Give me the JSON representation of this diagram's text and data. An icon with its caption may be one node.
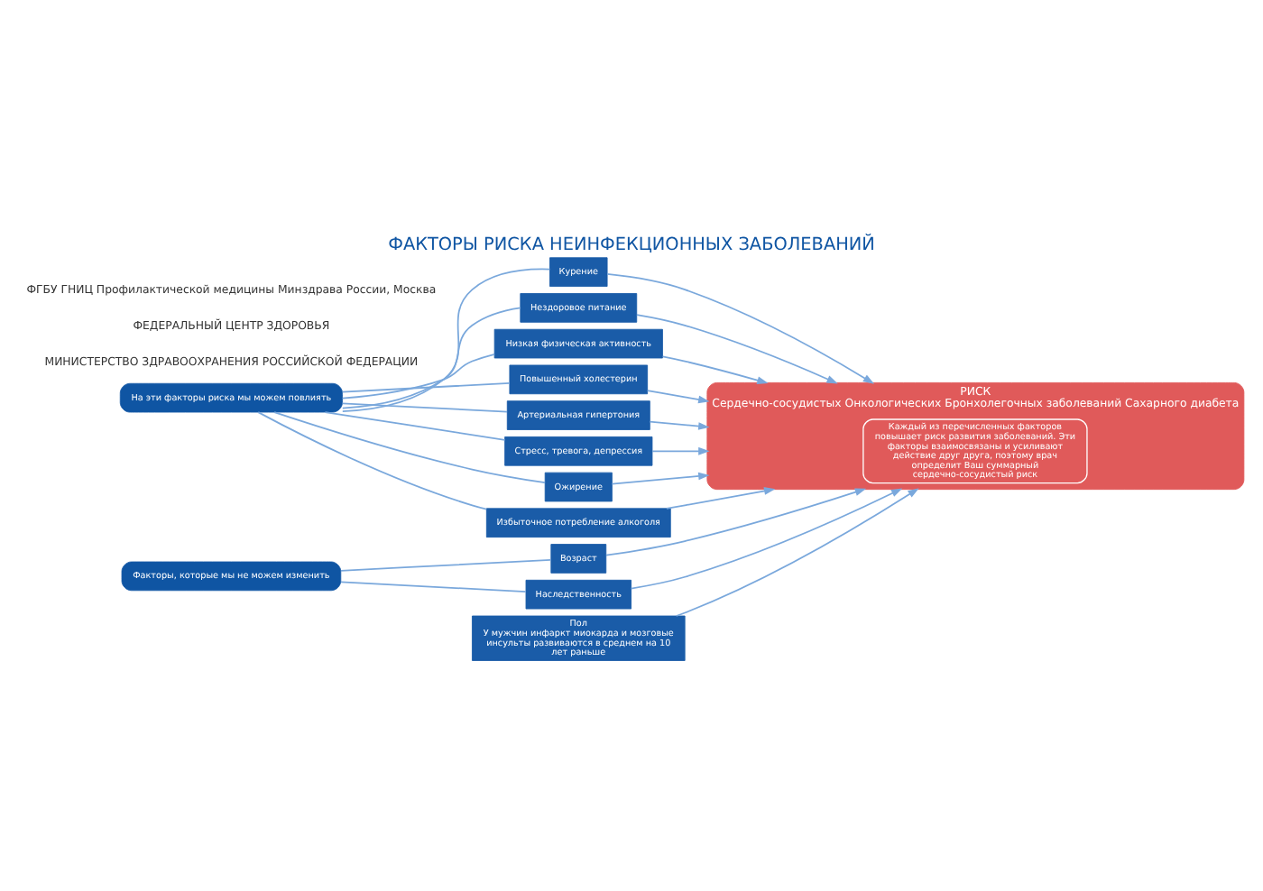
{
  "diagram": {
    "title": "ФАКТОРЫ РИСКА НЕИНФЕКЦИОННЫХ ЗАБОЛЕВАНИЙ",
    "nodes": [
      {
        "text": [
          "На эти факторы риска мы можем повлиять"
        ]
      },
      {
        "text": [
          "Курение"
        ]
      },
      {
        "text": [
          "Нездоровое питание"
        ]
      },
      {
        "text": [
          "Низкая физическая активность"
        ]
      },
      {
        "text": [
          "Повышенный холестерин"
        ]
      },
      {
        "text": [
          "РИСК",
          "Сердечно-сосудистых Онкологических Бронхолегочных заболеваний Сахарного диабета"
        ]
      },
      {
        "text": [
          "Каждый из перечисленных факторов повышает риск развития заболеваний. Эти факторы взаимосвязаны и усиливают действие друг друга, поэтому врач определит Ваш суммарный сердечно-сосудистый риск"
        ],
        "in": 5
      },
      {
        "text": [
          "Артериальная гипертония"
        ]
      },
      {
        "text": [
          "Стресс, тревога, депрессия"
        ]
      },
      {
        "text": [
          "Ожирение"
        ]
      },
      {
        "text": [
          "Избыточное потребление алкоголя"
        ]
      },
      {
        "text": [
          "Возраст"
        ]
      },
      {
        "text": [
          "Пол",
          "У мужчин инфаркт миокарда и мозговые инсульты развиваются в среднем на 10 лет раньше"
        ]
      },
      {
        "text": [
          "Наследственность"
        ]
      },
      {
        "text": [
          "Факторы, которые мы не можем изменить"
        ]
      }
    ],
    "edges": [
      {
        "from": 1,
        "to": 5,
        "arrow": "to"
      },
      {
        "from": 2,
        "to": 5,
        "arrow": "to"
      },
      {
        "from": 3,
        "to": 5,
        "arrow": "to"
      },
      {
        "from": 4,
        "to": 5,
        "arrow": "to"
      },
      {
        "from": 7,
        "to": 5,
        "arrow": "to"
      },
      {
        "from": 8,
        "to": 5,
        "arrow": "to"
      },
      {
        "from": 9,
        "to": 5,
        "arrow": "to"
      },
      {
        "from": 10,
        "to": 5,
        "arrow": "to"
      },
      {
        "from": 11,
        "to": 5,
        "arrow": "to"
      },
      {
        "from": 12,
        "to": 5,
        "arrow": "to"
      },
      {
        "from": 13,
        "to": 5,
        "arrow": "to"
      },
      {
        "from": 0,
        "to": 1,
        "arrow": "none"
      },
      {
        "from": 0,
        "to": 2,
        "arrow": "none"
      },
      {
        "from": 0,
        "to": 3,
        "arrow": "none"
      },
      {
        "from": 0,
        "to": 4,
        "arrow": "none"
      },
      {
        "from": 0,
        "to": 7,
        "arrow": "none"
      },
      {
        "from": 0,
        "to": 8,
        "arrow": "none"
      },
      {
        "from": 0,
        "to": 9,
        "arrow": "none"
      },
      {
        "from": 0,
        "to": 10,
        "arrow": "none"
      },
      {
        "from": 14,
        "to": 11,
        "arrow": "none"
      },
      {
        "from": 14,
        "to": 13,
        "arrow": "none"
      }
    ],
    "labels": [
      "МИНИСТЕРСТВО ЗДРАВООХРАНЕНИЯ РОССИЙСКОЙ ФЕДЕРАЦИИ",
      "ФЕДЕРАЛЬНЫЙ ЦЕНТР ЗДОРОВЬЯ",
      "ФГБУ ГНИЦ Профилактической медицины Минздрава России, Москва"
    ]
  }
}
